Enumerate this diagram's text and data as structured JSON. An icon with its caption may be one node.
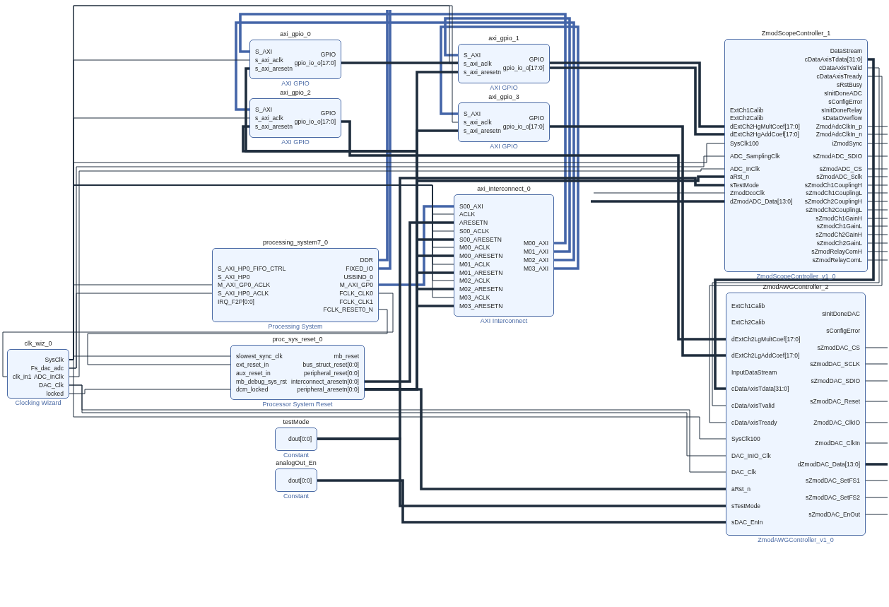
{
  "diagram": {
    "nodes": [
      {
        "text": [
          "axi_gpio_0",
          "AXI GPIO"
        ]
      },
      {
        "text": [
          "S_AXI"
        ],
        "in": 0
      },
      {
        "text": [
          "s_axi_aclk"
        ],
        "in": 0
      },
      {
        "text": [
          "s_axi_aresetn"
        ],
        "in": 0
      },
      {
        "text": [
          "GPIO"
        ],
        "in": 0
      },
      {
        "text": [
          "gpio_io_o[17:0]"
        ],
        "in": 0
      },
      {
        "text": [
          "axi_gpio_2",
          "AXI GPIO"
        ]
      },
      {
        "text": [
          "S_AXI"
        ],
        "in": 6
      },
      {
        "text": [
          "s_axi_aclk"
        ],
        "in": 6
      },
      {
        "text": [
          "s_axi_aresetn"
        ],
        "in": 6
      },
      {
        "text": [
          "GPIO"
        ],
        "in": 6
      },
      {
        "text": [
          "gpio_io_o[17:0]"
        ],
        "in": 6
      },
      {
        "text": [
          "axi_gpio_1",
          "AXI GPIO"
        ]
      },
      {
        "text": [
          "S_AXI"
        ],
        "in": 12
      },
      {
        "text": [
          "s_axi_aclk"
        ],
        "in": 12
      },
      {
        "text": [
          "s_axi_aresetn"
        ],
        "in": 12
      },
      {
        "text": [
          "GPIO"
        ],
        "in": 12
      },
      {
        "text": [
          "gpio_io_o[17:0]"
        ],
        "in": 12
      },
      {
        "text": [
          "axi_gpio_3",
          "AXI GPIO"
        ]
      },
      {
        "text": [
          "S_AXI"
        ],
        "in": 18
      },
      {
        "text": [
          "s_axi_aclk"
        ],
        "in": 18
      },
      {
        "text": [
          "s_axi_aresetn"
        ],
        "in": 18
      },
      {
        "text": [
          "GPIO"
        ],
        "in": 18
      },
      {
        "text": [
          "gpio_io_o[17:0]"
        ],
        "in": 18
      },
      {
        "text": [
          "processing_system7_0",
          "Processing System"
        ]
      },
      {
        "text": [
          "S_AXI_HP0_FIFO_CTRL"
        ],
        "in": 24
      },
      {
        "text": [
          "S_AXI_HP0"
        ],
        "in": 24
      },
      {
        "text": [
          "M_AXI_GP0_ACLK"
        ],
        "in": 24
      },
      {
        "text": [
          "S_AXI_HP0_ACLK"
        ],
        "in": 24
      },
      {
        "text": [
          "IRQ_F2P[0:0]"
        ],
        "in": 24
      },
      {
        "text": [
          "DDR"
        ],
        "in": 24
      },
      {
        "text": [
          "FIXED_IO"
        ],
        "in": 24
      },
      {
        "text": [
          "USBIND_0"
        ],
        "in": 24
      },
      {
        "text": [
          "M_AXI_GP0"
        ],
        "in": 24
      },
      {
        "text": [
          "FCLK_CLK0"
        ],
        "in": 24
      },
      {
        "text": [
          "FCLK_CLK1"
        ],
        "in": 24
      },
      {
        "text": [
          "FCLK_RESET0_N"
        ],
        "in": 24
      },
      {
        "text": [
          "axi_interconnect_0",
          "AXI Interconnect"
        ]
      },
      {
        "text": [
          "S00_AXI"
        ],
        "in": 37
      },
      {
        "text": [
          "ACLK"
        ],
        "in": 37
      },
      {
        "text": [
          "ARESETN"
        ],
        "in": 37
      },
      {
        "text": [
          "S00_ACLK"
        ],
        "in": 37
      },
      {
        "text": [
          "S00_ARESETN"
        ],
        "in": 37
      },
      {
        "text": [
          "M00_ACLK"
        ],
        "in": 37
      },
      {
        "text": [
          "M00_ARESETN"
        ],
        "in": 37
      },
      {
        "text": [
          "M01_ACLK"
        ],
        "in": 37
      },
      {
        "text": [
          "M01_ARESETN"
        ],
        "in": 37
      },
      {
        "text": [
          "M02_ACLK"
        ],
        "in": 37
      },
      {
        "text": [
          "M02_ARESETN"
        ],
        "in": 37
      },
      {
        "text": [
          "M03_ACLK"
        ],
        "in": 37
      },
      {
        "text": [
          "M03_ARESETN"
        ],
        "in": 37
      },
      {
        "text": [
          "M00_AXI"
        ],
        "in": 37
      },
      {
        "text": [
          "M01_AXI"
        ],
        "in": 37
      },
      {
        "text": [
          "M02_AXI"
        ],
        "in": 37
      },
      {
        "text": [
          "M03_AXI"
        ],
        "in": 37
      },
      {
        "text": [
          "clk_wiz_0",
          "Clocking Wizard"
        ]
      },
      {
        "text": [
          "clk_in1"
        ],
        "in": 55
      },
      {
        "text": [
          "SysClk"
        ],
        "in": 55
      },
      {
        "text": [
          "Fs_dac_adc"
        ],
        "in": 55
      },
      {
        "text": [
          "ADC_InClk"
        ],
        "in": 55
      },
      {
        "text": [
          "DAC_Clk"
        ],
        "in": 55
      },
      {
        "text": [
          "locked"
        ],
        "in": 55
      },
      {
        "text": [
          "proc_sys_reset_0",
          "Processor System Reset"
        ]
      },
      {
        "text": [
          "slowest_sync_clk"
        ],
        "in": 62
      },
      {
        "text": [
          "ext_reset_in"
        ],
        "in": 62
      },
      {
        "text": [
          "aux_reset_in"
        ],
        "in": 62
      },
      {
        "text": [
          "mb_debug_sys_rst"
        ],
        "in": 62
      },
      {
        "text": [
          "dcm_locked"
        ],
        "in": 62
      },
      {
        "text": [
          "mb_reset"
        ],
        "in": 62
      },
      {
        "text": [
          "bus_struct_reset[0:0]"
        ],
        "in": 62
      },
      {
        "text": [
          "peripheral_reset[0:0]"
        ],
        "in": 62
      },
      {
        "text": [
          "interconnect_aresetn[0:0]"
        ],
        "in": 62
      },
      {
        "text": [
          "peripheral_aresetn[0:0]"
        ],
        "in": 62
      },
      {
        "text": [
          "testMode",
          "Constant"
        ]
      },
      {
        "text": [
          "dout[0:0]"
        ],
        "in": 73
      },
      {
        "text": [
          "analogOut_En",
          "Constant"
        ]
      },
      {
        "text": [
          "dout[0:0]"
        ],
        "in": 75
      },
      {
        "text": [
          "ZmodScopeController_1",
          "ZmodScopeController_v1_0"
        ]
      },
      {
        "text": [
          "ExtCh1Calib"
        ],
        "in": 77
      },
      {
        "text": [
          "ExtCh2Calib"
        ],
        "in": 77
      },
      {
        "text": [
          "dExtCh2HgMultCoef[17:0]"
        ],
        "in": 77
      },
      {
        "text": [
          "dExtCh2HgAddCoef[17:0]"
        ],
        "in": 77
      },
      {
        "text": [
          "SysClk100"
        ],
        "in": 77
      },
      {
        "text": [
          "ADC_SamplingClk"
        ],
        "in": 77
      },
      {
        "text": [
          "ADC_InClk"
        ],
        "in": 77
      },
      {
        "text": [
          "aRst_n"
        ],
        "in": 77
      },
      {
        "text": [
          "sTestMode"
        ],
        "in": 77
      },
      {
        "text": [
          "ZmodDcoClk"
        ],
        "in": 77
      },
      {
        "text": [
          "dZmodADC_Data[13:0]"
        ],
        "in": 77
      },
      {
        "text": [
          "DataStream"
        ],
        "in": 77
      },
      {
        "text": [
          "cDataAxisTdata[31:0]"
        ],
        "in": 77
      },
      {
        "text": [
          "cDataAxisTvalid"
        ],
        "in": 77
      },
      {
        "text": [
          "cDataAxisTready"
        ],
        "in": 77
      },
      {
        "text": [
          "sRstBusy"
        ],
        "in": 77
      },
      {
        "text": [
          "sInitDoneADC"
        ],
        "in": 77
      },
      {
        "text": [
          "sConfigError"
        ],
        "in": 77
      },
      {
        "text": [
          "sInitDoneRelay"
        ],
        "in": 77
      },
      {
        "text": [
          "sDataOverflow"
        ],
        "in": 77
      },
      {
        "text": [
          "ZmodAdcClkIn_p"
        ],
        "in": 77
      },
      {
        "text": [
          "ZmodAdcClkIn_n"
        ],
        "in": 77
      },
      {
        "text": [
          "iZmodSync"
        ],
        "in": 77
      },
      {
        "text": [
          "sZmodADC_SDIO"
        ],
        "in": 77
      },
      {
        "text": [
          "sZmodADC_CS"
        ],
        "in": 77
      },
      {
        "text": [
          "sZmodADC_Sclk"
        ],
        "in": 77
      },
      {
        "text": [
          "sZmodCh1CouplingH"
        ],
        "in": 77
      },
      {
        "text": [
          "sZmodCh1CouplingL"
        ],
        "in": 77
      },
      {
        "text": [
          "sZmodCh2CouplingH"
        ],
        "in": 77
      },
      {
        "text": [
          "sZmodCh2CouplingL"
        ],
        "in": 77
      },
      {
        "text": [
          "sZmodCh1GainH"
        ],
        "in": 77
      },
      {
        "text": [
          "sZmodCh1GainL"
        ],
        "in": 77
      },
      {
        "text": [
          "sZmodCh2GainH"
        ],
        "in": 77
      },
      {
        "text": [
          "sZmodCh2GainL"
        ],
        "in": 77
      },
      {
        "text": [
          "sZmodRelayComH"
        ],
        "in": 77
      },
      {
        "text": [
          "sZmodRelayComL"
        ],
        "in": 77
      },
      {
        "text": [
          "ZmodAWGController_2",
          "ZmodAWGController_v1_0"
        ]
      },
      {
        "text": [
          "ExtCh1Calib"
        ],
        "in": 114
      },
      {
        "text": [
          "ExtCh2Calib"
        ],
        "in": 114
      },
      {
        "text": [
          "dExtCh2LgMultCoef[17:0]"
        ],
        "in": 114
      },
      {
        "text": [
          "dExtCh2LgAddCoef[17:0]"
        ],
        "in": 114
      },
      {
        "text": [
          "InputDataStream"
        ],
        "in": 114
      },
      {
        "text": [
          "cDataAxisTdata[31:0]"
        ],
        "in": 114
      },
      {
        "text": [
          "cDataAxisTvalid"
        ],
        "in": 114
      },
      {
        "text": [
          "cDataAxisTready"
        ],
        "in": 114
      },
      {
        "text": [
          "SysClk100"
        ],
        "in": 114
      },
      {
        "text": [
          "DAC_InIO_Clk"
        ],
        "in": 114
      },
      {
        "text": [
          "DAC_Clk"
        ],
        "in": 114
      },
      {
        "text": [
          "aRst_n"
        ],
        "in": 114
      },
      {
        "text": [
          "sTestMode"
        ],
        "in": 114
      },
      {
        "text": [
          "sDAC_EnIn"
        ],
        "in": 114
      },
      {
        "text": [
          "sInitDoneDAC"
        ],
        "in": 114
      },
      {
        "text": [
          "sConfigError"
        ],
        "in": 114
      },
      {
        "text": [
          "sZmodDAC_CS"
        ],
        "in": 114
      },
      {
        "text": [
          "sZmodDAC_SCLK"
        ],
        "in": 114
      },
      {
        "text": [
          "sZmodDAC_SDIO"
        ],
        "in": 114
      },
      {
        "text": [
          "sZmodDAC_Reset"
        ],
        "in": 114
      },
      {
        "text": [
          "ZmodDAC_ClkIO"
        ],
        "in": 114
      },
      {
        "text": [
          "ZmodDAC_ClkIn"
        ],
        "in": 114
      },
      {
        "text": [
          "dZmodDAC_Data[13:0]"
        ],
        "in": 114
      },
      {
        "text": [
          "sZmodDAC_SetFS1"
        ],
        "in": 114
      },
      {
        "text": [
          "sZmodDAC_SetFS2"
        ],
        "in": 114
      },
      {
        "text": [
          "sZmodDAC_EnOut"
        ],
        "in": 114
      }
    ],
    "edges": [
      {
        "from": 33,
        "to": 38,
        "arrow": "none",
        "style": "thick",
        "color": "#4465a8"
      },
      {
        "from": 51,
        "to": 1,
        "arrow": "none",
        "style": "thick",
        "color": "#4465a8"
      },
      {
        "from": 52,
        "to": 13,
        "arrow": "none",
        "style": "thick",
        "color": "#4465a8"
      },
      {
        "from": 53,
        "to": 7,
        "arrow": "none",
        "style": "thick",
        "color": "#4465a8"
      },
      {
        "from": 54,
        "to": 19,
        "arrow": "none",
        "style": "thick",
        "color": "#4465a8"
      },
      {
        "from": 30,
        "to": null,
        "arrow": "none",
        "style": "thick",
        "color": "#4465a8"
      },
      {
        "from": 31,
        "to": null,
        "arrow": "none",
        "style": "thick",
        "color": "#4465a8"
      },
      {
        "from": 5,
        "to": 80,
        "arrow": "none",
        "style": "thick"
      },
      {
        "from": 17,
        "to": 81,
        "arrow": "none",
        "style": "thick"
      },
      {
        "from": 11,
        "to": 117,
        "arrow": "none",
        "style": "thick"
      },
      {
        "from": 23,
        "to": 118,
        "arrow": "none",
        "style": "thick"
      },
      {
        "from": 90,
        "to": 120,
        "arrow": "none",
        "style": "thick"
      },
      {
        "from": 91,
        "to": 121,
        "arrow": "none"
      },
      {
        "from": 122,
        "to": 92,
        "arrow": "none"
      },
      {
        "from": 34,
        "to": 56,
        "arrow": "none"
      },
      {
        "from": 57,
        "to": 27,
        "arrow": "none"
      },
      {
        "from": 57,
        "to": 63,
        "arrow": "none"
      },
      {
        "from": 57,
        "to": 2,
        "arrow": "none"
      },
      {
        "from": 57,
        "to": 8,
        "arrow": "none"
      },
      {
        "from": 57,
        "to": 14,
        "arrow": "none"
      },
      {
        "from": 57,
        "to": 20,
        "arrow": "none"
      },
      {
        "from": 57,
        "to": 39,
        "arrow": "none"
      },
      {
        "from": 57,
        "to": 41,
        "arrow": "none"
      },
      {
        "from": 57,
        "to": 43,
        "arrow": "none"
      },
      {
        "from": 57,
        "to": 45,
        "arrow": "none"
      },
      {
        "from": 57,
        "to": 47,
        "arrow": "none"
      },
      {
        "from": 57,
        "to": 49,
        "arrow": "none"
      },
      {
        "from": 57,
        "to": 82,
        "arrow": "none"
      },
      {
        "from": 57,
        "to": 123,
        "arrow": "none"
      },
      {
        "from": 58,
        "to": 28,
        "arrow": "none"
      },
      {
        "from": 58,
        "to": 83,
        "arrow": "none"
      },
      {
        "from": 59,
        "to": 84,
        "arrow": "none"
      },
      {
        "from": 60,
        "to": 125,
        "arrow": "none"
      },
      {
        "from": 60,
        "to": 124,
        "arrow": "none"
      },
      {
        "from": 61,
        "to": 67,
        "arrow": "none"
      },
      {
        "from": 36,
        "to": 64,
        "arrow": "none"
      },
      {
        "from": 71,
        "to": 40,
        "arrow": "none",
        "style": "thick"
      },
      {
        "from": 72,
        "to": 3,
        "arrow": "none",
        "style": "thick"
      },
      {
        "from": 72,
        "to": 9,
        "arrow": "none",
        "style": "thick"
      },
      {
        "from": 72,
        "to": 15,
        "arrow": "none",
        "style": "thick"
      },
      {
        "from": 72,
        "to": 21,
        "arrow": "none",
        "style": "thick"
      },
      {
        "from": 72,
        "to": 42,
        "arrow": "none",
        "style": "thick"
      },
      {
        "from": 72,
        "to": 44,
        "arrow": "none",
        "style": "thick"
      },
      {
        "from": 72,
        "to": 46,
        "arrow": "none",
        "style": "thick"
      },
      {
        "from": 72,
        "to": 48,
        "arrow": "none",
        "style": "thick"
      },
      {
        "from": 72,
        "to": 50,
        "arrow": "none",
        "style": "thick"
      },
      {
        "from": 72,
        "to": 85,
        "arrow": "none",
        "style": "thick"
      },
      {
        "from": 72,
        "to": 126,
        "arrow": "none",
        "style": "thick"
      },
      {
        "from": 74,
        "to": 86,
        "arrow": "none",
        "style": "thick"
      },
      {
        "from": 74,
        "to": 127,
        "arrow": "none",
        "style": "thick"
      },
      {
        "from": 76,
        "to": 128,
        "arrow": "none",
        "style": "thick"
      },
      {
        "from": null,
        "to": 87,
        "arrow": "none"
      },
      {
        "from": null,
        "to": 88,
        "arrow": "none",
        "style": "thick"
      },
      {
        "from": 98,
        "to": null,
        "arrow": "none"
      },
      {
        "from": 99,
        "to": null,
        "arrow": "none"
      },
      {
        "from": 100,
        "to": null,
        "arrow": "none"
      },
      {
        "from": 101,
        "to": null,
        "arrow": "none"
      },
      {
        "from": 102,
        "to": null,
        "arrow": "none"
      },
      {
        "from": 103,
        "to": null,
        "arrow": "none"
      },
      {
        "from": 104,
        "to": null,
        "arrow": "none"
      },
      {
        "from": 105,
        "to": null,
        "arrow": "none"
      },
      {
        "from": 106,
        "to": null,
        "arrow": "none"
      },
      {
        "from": 107,
        "to": null,
        "arrow": "none"
      },
      {
        "from": 108,
        "to": null,
        "arrow": "none"
      },
      {
        "from": 109,
        "to": null,
        "arrow": "none"
      },
      {
        "from": 110,
        "to": null,
        "arrow": "none"
      },
      {
        "from": 111,
        "to": null,
        "arrow": "none"
      },
      {
        "from": 112,
        "to": null,
        "arrow": "none"
      },
      {
        "from": 113,
        "to": null,
        "arrow": "none"
      },
      {
        "from": 131,
        "to": null,
        "arrow": "none"
      },
      {
        "from": 132,
        "to": null,
        "arrow": "none"
      },
      {
        "from": 133,
        "to": null,
        "arrow": "none"
      },
      {
        "from": 134,
        "to": null,
        "arrow": "none"
      },
      {
        "from": 135,
        "to": null,
        "arrow": "none"
      },
      {
        "from": 136,
        "to": null,
        "arrow": "none"
      },
      {
        "from": 137,
        "to": null,
        "arrow": "none",
        "style": "thick"
      },
      {
        "from": 138,
        "to": null,
        "arrow": "none"
      },
      {
        "from": 139,
        "to": null,
        "arrow": "none"
      },
      {
        "from": 140,
        "to": null,
        "arrow": "none"
      }
    ]
  }
}
